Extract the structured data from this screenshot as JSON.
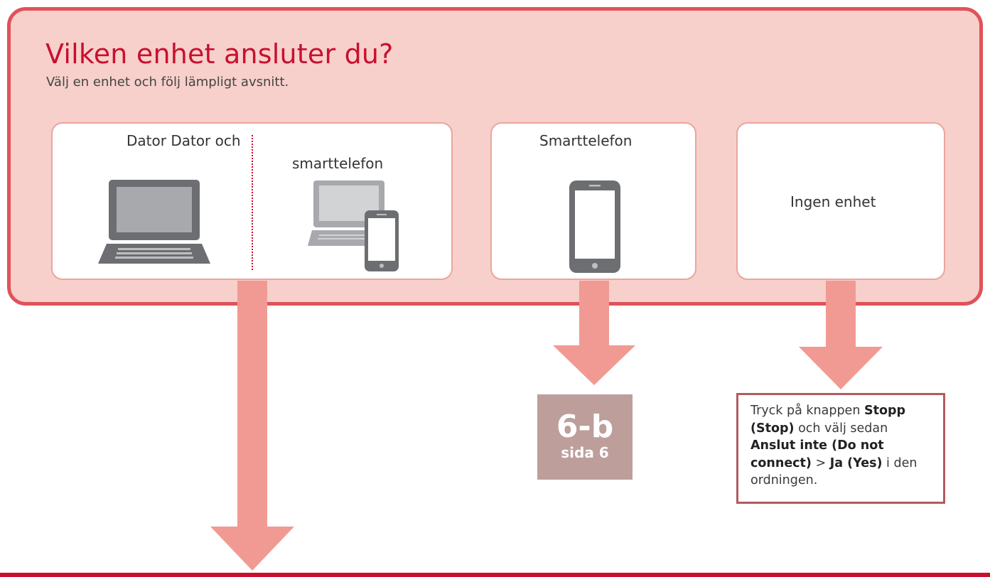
{
  "header": {
    "title": "Vilken enhet ansluter du?",
    "subtitle": "Välj en enhet och följ lämpligt avsnitt."
  },
  "options": {
    "computer": {
      "label_left": "Dator Dator och",
      "label_right": "smarttelefon"
    },
    "smartphone": {
      "label": "Smarttelefon"
    },
    "no_device": {
      "label": "Ingen enhet"
    }
  },
  "reference": {
    "code": "6-b",
    "page": "sida 6"
  },
  "instruction": {
    "part1": "Tryck på knappen ",
    "stop_label": "Stopp (Stop)",
    "part2": " och välj sedan ",
    "do_not_connect_label": "Anslut inte (Do not connect)",
    "separator": " > ",
    "yes_label": "Ja (Yes)",
    "part3": " i den ordningen."
  },
  "colors": {
    "panel_bg": "#f7d0cb",
    "panel_border": "#e0525a",
    "title": "#c8102e",
    "arrow": "#f19a93",
    "reference_box": "#bd9e9b",
    "note_border": "#b45a5f"
  },
  "icons": [
    "laptop-icon",
    "laptop-and-phone-icon",
    "smartphone-icon"
  ]
}
